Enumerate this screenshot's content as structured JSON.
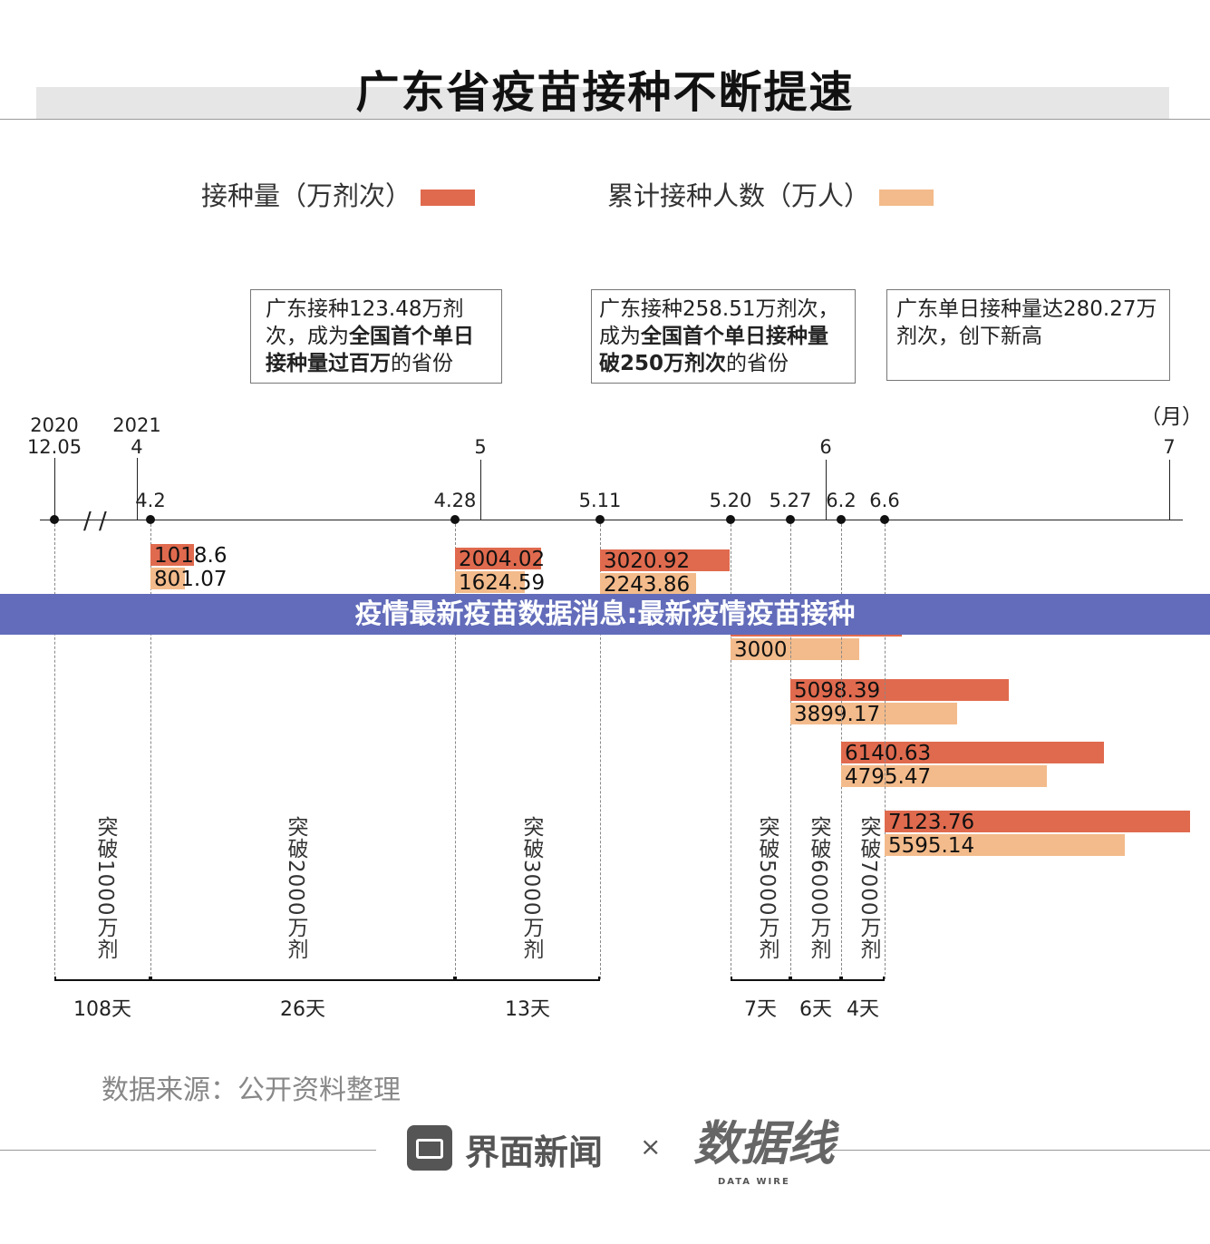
{
  "chart_data": {
    "type": "bar",
    "title": "广东省疫苗接种不断提速",
    "legend": [
      {
        "name": "接种量（万剂次）",
        "color": "#e06a4e"
      },
      {
        "name": "累计接种人数（万人）",
        "color": "#f3bb8b"
      }
    ],
    "unit_label": "（月）",
    "axis_ticks": [
      {
        "top": "2020",
        "bottom": "12.05"
      },
      {
        "top": "2021",
        "bottom": "4"
      },
      {
        "top": "",
        "bottom": "5"
      },
      {
        "top": "",
        "bottom": "6"
      },
      {
        "top": "",
        "bottom": "7"
      }
    ],
    "categories": [
      "4.2",
      "4.28",
      "5.11",
      "5.20",
      "5.27",
      "6.2",
      "6.6"
    ],
    "series": [
      {
        "name": "接种量（万剂次）",
        "values": [
          1018.6,
          2004.02,
          3020.92,
          4000,
          5098.39,
          6140.63,
          7123.76
        ],
        "labels": [
          "1018.6",
          "2004.02",
          "3020.92",
          "",
          "5098.39",
          "6140.63",
          "7123.76"
        ]
      },
      {
        "name": "累计接种人数（万人）",
        "values": [
          801.07,
          1624.59,
          2243.86,
          3000,
          3899.17,
          4795.47,
          5595.14
        ],
        "labels": [
          "801.07",
          "1624.59",
          "2243.86",
          "3000",
          "3899.17",
          "4795.47",
          "5595.14"
        ]
      }
    ],
    "milestones": [
      "突破1000万剂",
      "突破2000万剂",
      "突破3000万剂",
      "突破5000万剂",
      "突破6000万剂",
      "突破7000万剂"
    ],
    "intervals": [
      "108天",
      "26天",
      "13天",
      "7天",
      "6天",
      "4天"
    ],
    "annotations": [
      {
        "plain": "广东接种123.48万剂次，成为",
        "bold": "全国首个单日接种量过百万",
        "tail": "的省份"
      },
      {
        "plain": "广东接种258.51万剂次，成为",
        "bold": "全国首个单日接种量破250万剂次",
        "tail": "的省份"
      },
      {
        "plain": "广东单日接种量达280.27万剂次，创下新高",
        "bold": "",
        "tail": ""
      }
    ]
  },
  "start_date": "12.05",
  "source": "数据来源：公开资料整理",
  "footer": {
    "brand1": "界面新闻",
    "times": "×",
    "brand2": "数据线",
    "brand2_sub": "DATA WIRE"
  },
  "banner": "疫情最新疫苗数据消息:最新疫情疫苗接种"
}
